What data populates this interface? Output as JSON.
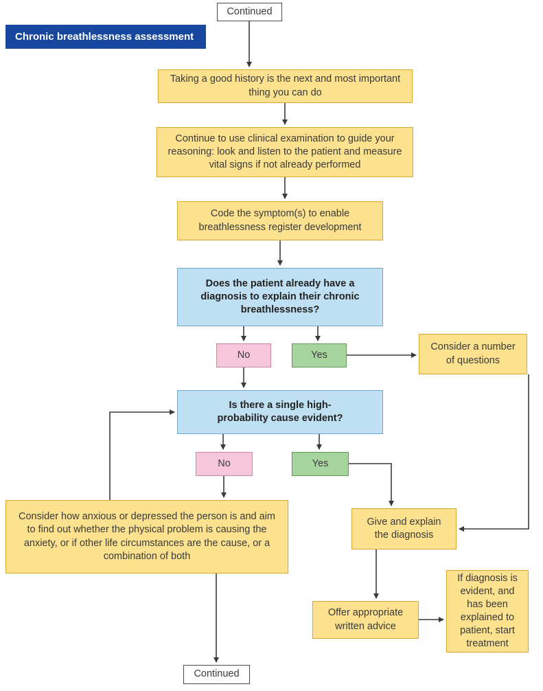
{
  "title_banner": {
    "label": "Chronic breathlessness assessment"
  },
  "nodes": {
    "continued_top": {
      "label": "Continued"
    },
    "history": {
      "label": "Taking a good history is the next and most important thing you can do"
    },
    "examination": {
      "label": "Continue to use clinical examination to guide your reasoning: look and listen to the patient and measure vital signs if not already performed"
    },
    "code_symptoms": {
      "label": "Code the symptom(s) to enable breathlessness register development"
    },
    "q_diagnosis": {
      "label": "Does the patient already have a diagnosis to explain their chronic breathlessness?"
    },
    "q_diagnosis_no": {
      "label": "No"
    },
    "q_diagnosis_yes": {
      "label": "Yes"
    },
    "consider_questions": {
      "label": "Consider a number of questions"
    },
    "q_single_cause": {
      "label": "Is there a single high-probability cause evident?"
    },
    "q_single_cause_no": {
      "label": "No"
    },
    "q_single_cause_yes": {
      "label": "Yes"
    },
    "consider_anxiety": {
      "label": "Consider how anxious or depressed the person is and aim to find out whether the physical problem is causing the anxiety, or if other life circumstances are the cause, or a combination of both"
    },
    "give_diagnosis": {
      "label": "Give and explain the diagnosis"
    },
    "offer_advice": {
      "label": "Offer appropriate written advice"
    },
    "start_treatment": {
      "label": "If diagnosis is evident, and has been explained to patient, start treatment"
    },
    "continued_bottom": {
      "label": "Continued"
    }
  },
  "colors": {
    "yellow_fill": "#FCE18F",
    "yellow_border": "#D9A72E",
    "blue_fill": "#BFE0F2",
    "blue_border": "#6FA8C9",
    "pink_fill": "#F6C6DB",
    "pink_border": "#D37FAC",
    "green_fill": "#A7D39F",
    "green_border": "#5E9A55",
    "banner_fill": "#17479E",
    "line": "#3A3A3A"
  }
}
